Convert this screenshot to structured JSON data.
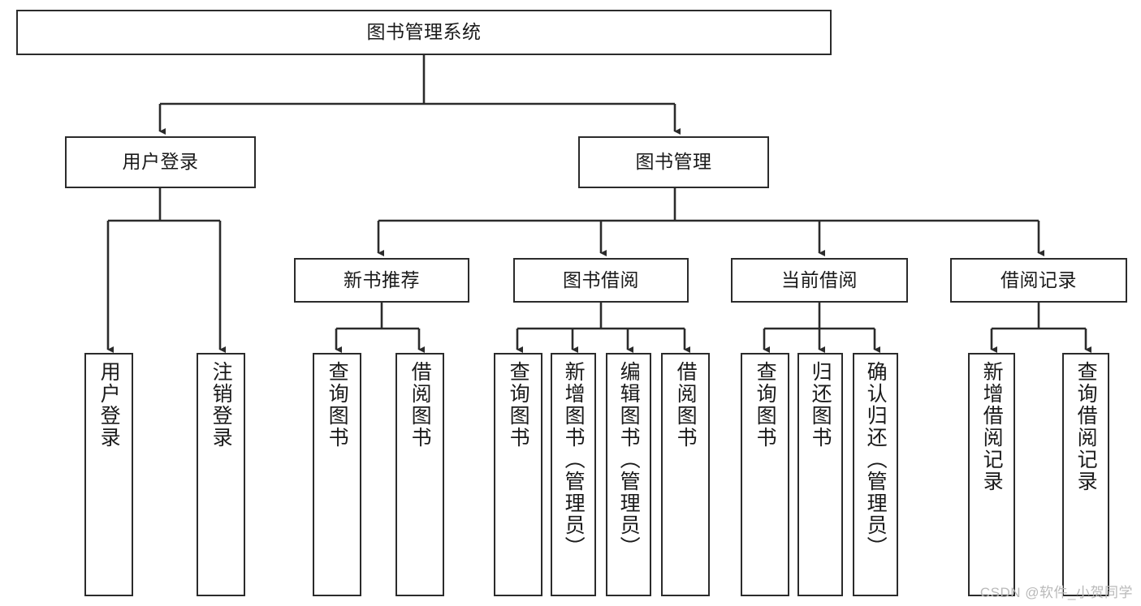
{
  "diagram": {
    "title": "图书管理系统",
    "type": "tree",
    "colors": {
      "node_border": "#2b2b2b",
      "node_fill": "#ffffff",
      "edge": "#2b2b2b",
      "text": "#1a1a1a",
      "watermark": "#b9b9b9",
      "background": "#ffffff"
    },
    "watermark": "CSDN @软件_小贺同学",
    "levels": {
      "root": {
        "label": "图书管理系统"
      },
      "level2": [
        {
          "label": "用户登录"
        },
        {
          "label": "图书管理"
        }
      ],
      "level3": [
        {
          "label": "新书推荐"
        },
        {
          "label": "图书借阅"
        },
        {
          "label": "当前借阅"
        },
        {
          "label": "借阅记录"
        }
      ],
      "leaves": {
        "user_login": [
          {
            "label": "用户登录"
          },
          {
            "label": "注销登录"
          }
        ],
        "new_book_recommend": [
          {
            "label": "查询图书"
          },
          {
            "label": "借阅图书"
          }
        ],
        "book_borrow": [
          {
            "label": "查询图书"
          },
          {
            "label": "新增图书（管理员）"
          },
          {
            "label": "编辑图书（管理员）"
          },
          {
            "label": "借阅图书"
          }
        ],
        "current_borrow": [
          {
            "label": "查询图书"
          },
          {
            "label": "归还图书"
          },
          {
            "label": "确认归还（管理员）"
          }
        ],
        "borrow_records": [
          {
            "label": "新增借阅记录"
          },
          {
            "label": "查询借阅记录"
          }
        ]
      }
    }
  }
}
